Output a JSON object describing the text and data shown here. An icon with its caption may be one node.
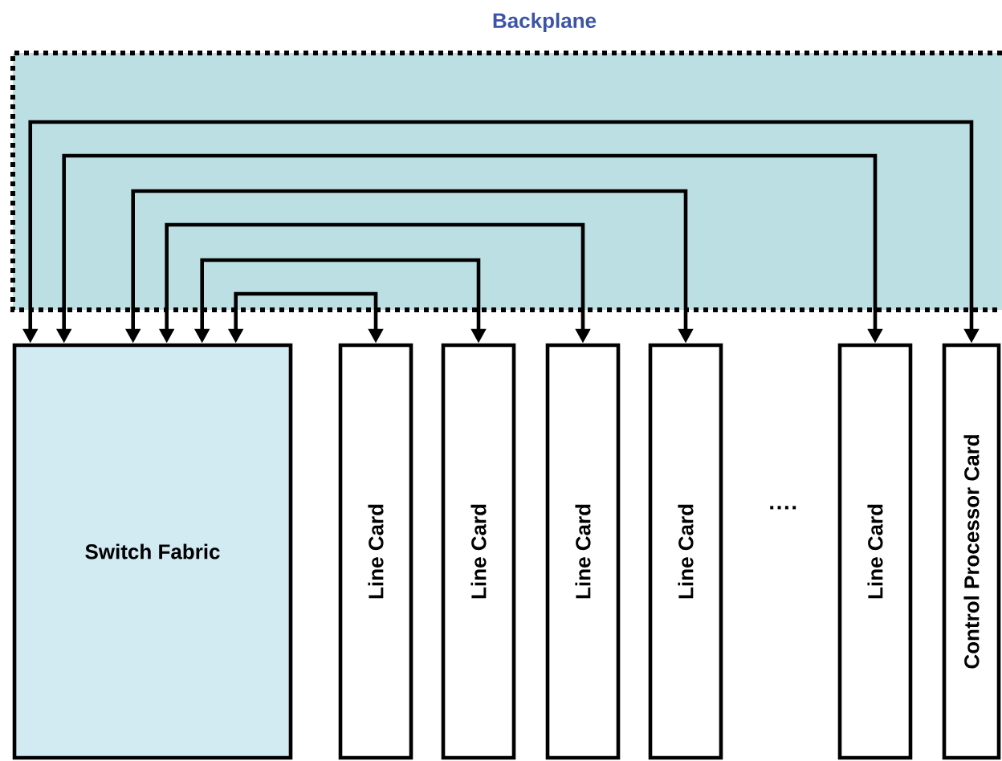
{
  "diagram": {
    "nodes": [
      {
        "text": [
          "Switch Fabric"
        ]
      },
      {
        "text": [
          "Line Card"
        ]
      },
      {
        "text": [
          "Line Card"
        ]
      },
      {
        "text": [
          "Line Card"
        ]
      },
      {
        "text": [
          "Line Card"
        ]
      },
      {
        "text": [
          "Line Card"
        ]
      },
      {
        "text": [
          "Control Processor Card"
        ]
      }
    ],
    "edges": [
      {
        "from": 0,
        "to": 1,
        "arrow": "both"
      },
      {
        "from": 0,
        "to": 2,
        "arrow": "both"
      },
      {
        "from": 0,
        "to": 3,
        "arrow": "both"
      },
      {
        "from": 0,
        "to": 4,
        "arrow": "both"
      },
      {
        "from": 0,
        "to": 5,
        "arrow": "both"
      },
      {
        "from": 0,
        "to": 6,
        "arrow": "both"
      }
    ],
    "labels": [
      "Backplane",
      "····"
    ]
  }
}
